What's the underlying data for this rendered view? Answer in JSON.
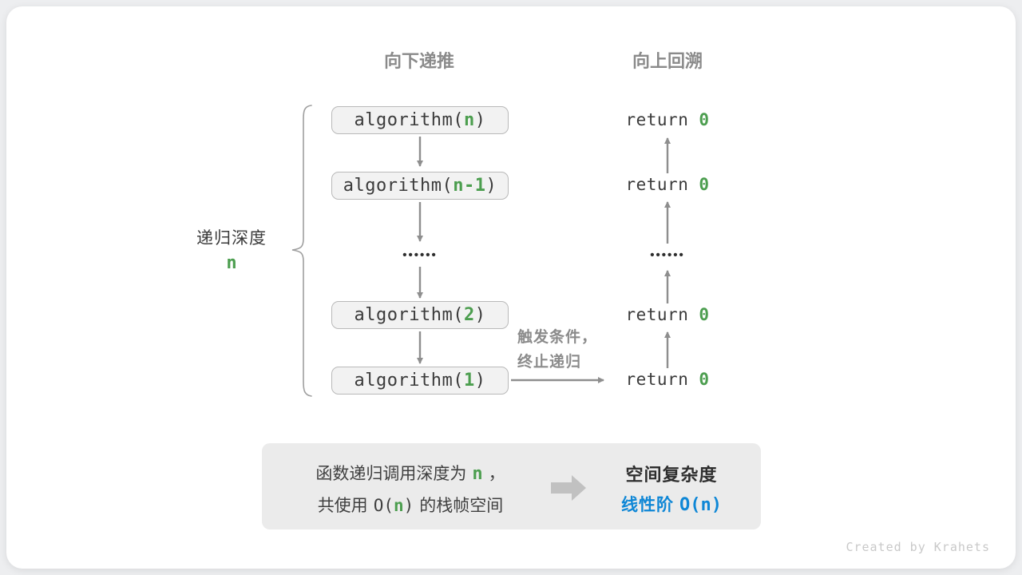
{
  "colors": {
    "green": "#4c9e4f",
    "blue": "#0f87d6",
    "arrow_gray": "#8e8e8e",
    "header_gray": "#8a8a8a",
    "box_bg": "#f2f2f2",
    "box_border": "#b9b9b9",
    "summary_bg": "#ebebeb",
    "text_dark": "#3b3b3b",
    "watermark_gray": "#c9c9c9"
  },
  "headers": {
    "left": "向下递推",
    "right": "向上回溯"
  },
  "depth_label": {
    "title": "递归深度",
    "value": "n"
  },
  "call_stack": {
    "boxes": [
      {
        "prefix": "algorithm(",
        "arg": "n",
        "suffix": ")"
      },
      {
        "prefix": "algorithm(",
        "arg": "n-1",
        "suffix": ")"
      },
      {
        "prefix": "algorithm(",
        "arg": "2",
        "suffix": ")"
      },
      {
        "prefix": "algorithm(",
        "arg": "1",
        "suffix": ")"
      }
    ],
    "ellipsis": "••••••"
  },
  "returns": {
    "items": [
      {
        "keyword": "return",
        "value": "0"
      },
      {
        "keyword": "return",
        "value": "0"
      },
      {
        "keyword": "return",
        "value": "0"
      },
      {
        "keyword": "return",
        "value": "0"
      }
    ],
    "ellipsis": "••••••"
  },
  "trigger": {
    "line1": "触发条件，",
    "line2": "终止递归"
  },
  "summary": {
    "line1_pre": "函数递归调用深度为",
    "line1_var": "n",
    "line1_post": "，",
    "line2_pre": "共使用",
    "line2_code_pre": "O(",
    "line2_var": "n",
    "line2_code_post": ")",
    "line2_post": "的栈帧空间",
    "title": "空间复杂度",
    "result_text": "线性阶",
    "result_code": "O(n)"
  },
  "watermark": "Created by Krahets"
}
